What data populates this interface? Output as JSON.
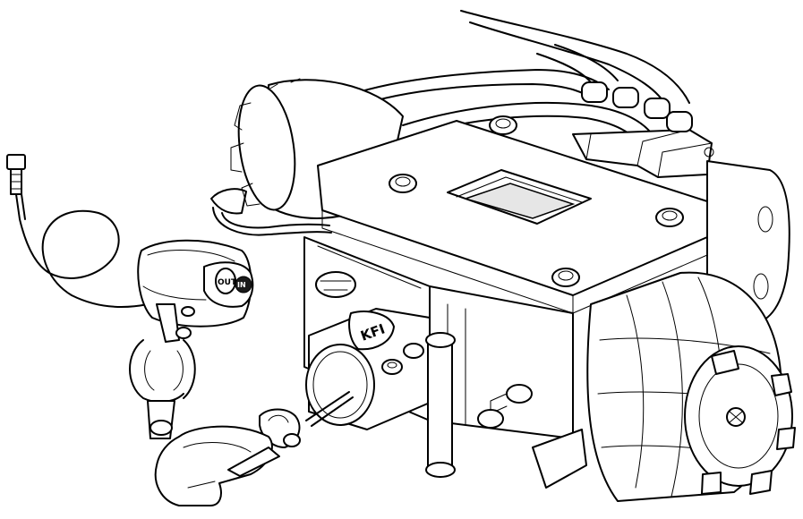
{
  "remote": {
    "out_label": "OUT",
    "in_label": "IN"
  },
  "drum": {
    "logo_text": "KFI"
  }
}
